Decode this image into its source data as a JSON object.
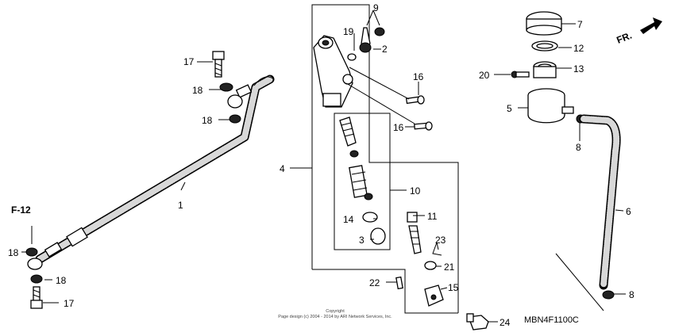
{
  "diagram": {
    "code": "MBN4F1100C",
    "ref_label": "F-12",
    "direction_label": "FR.",
    "copyright_line1": "Copyright",
    "copyright_line2": "Page design (c) 2004 - 2014 by ARI Network Services, Inc.",
    "callouts": {
      "p1": "1",
      "p2": "2",
      "p3": "3",
      "p4": "4",
      "p5": "5",
      "p6": "6",
      "p7": "7",
      "p8a": "8",
      "p8b": "8",
      "p9": "9",
      "p10": "10",
      "p11": "11",
      "p12": "12",
      "p13": "13",
      "p14": "14",
      "p15": "15",
      "p16a": "16",
      "p16b": "16",
      "p17a": "17",
      "p17b": "17",
      "p18a": "18",
      "p18b": "18",
      "p18c": "18",
      "p18d": "18",
      "p19": "19",
      "p20": "20",
      "p21": "21",
      "p22": "22",
      "p23": "23",
      "p24": "24"
    }
  }
}
